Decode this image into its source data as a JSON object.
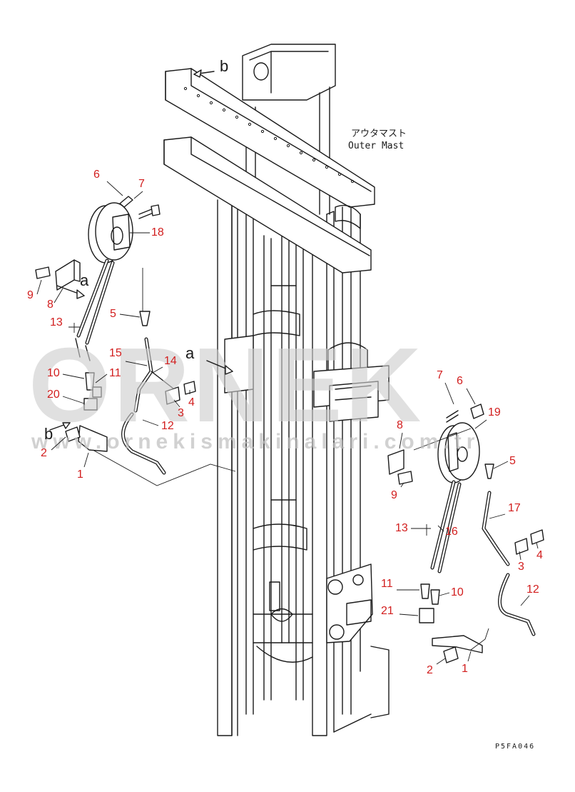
{
  "labels": {
    "mast_jp": "アウタマスト",
    "mast_en": "Outer Mast",
    "drawing_code": "P5FA046"
  },
  "view_marks": {
    "a": "a",
    "b": "b"
  },
  "part_numbers": {
    "left": [
      "6",
      "7",
      "18",
      "9",
      "8",
      "5",
      "13",
      "15",
      "14",
      "10",
      "11",
      "20",
      "3",
      "4",
      "12",
      "2",
      "1"
    ],
    "right": [
      "7",
      "6",
      "19",
      "8",
      "9",
      "5",
      "17",
      "13",
      "16",
      "4",
      "3",
      "11",
      "10",
      "12",
      "21",
      "2",
      "1"
    ]
  },
  "watermark": {
    "brand": "ORNEK",
    "site": "www.ornekismakinalari.com.tr"
  },
  "colors": {
    "line": "#1a1a1a",
    "callout": "#d21e1e",
    "watermark": "#cdcdcd",
    "background": "#ffffff"
  }
}
